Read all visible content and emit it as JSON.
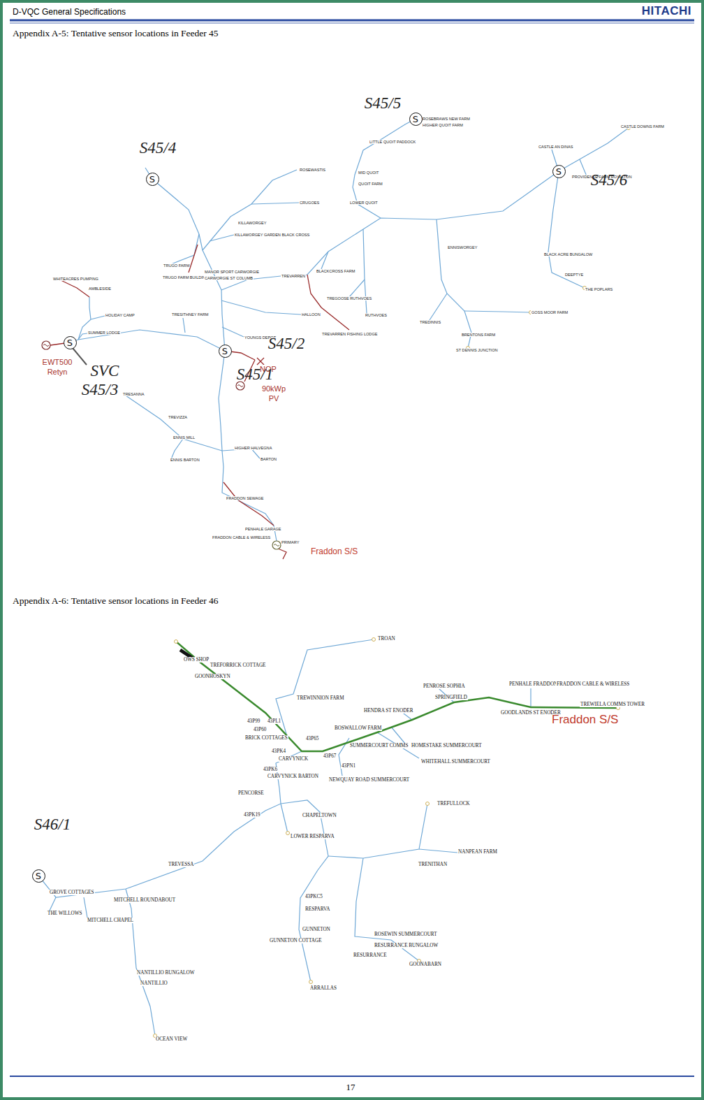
{
  "diagram": {
    "title": "D-VQC General Specifications",
    "nodes": [
      {
        "text": [
          "S"
        ]
      },
      {
        "text": [
          "S"
        ]
      },
      {
        "text": [
          "S"
        ]
      },
      {
        "text": [
          "S"
        ]
      },
      {
        "text": [
          "S"
        ]
      },
      {
        "text": [
          "S"
        ]
      }
    ],
    "labels": [
      "HITACHI",
      "Appendix A-5: Tentative sensor locations in Feeder 45",
      "S45/5",
      "ROSEBRAWS NEW FARM",
      "HIGHER QUOIT FARM",
      "CASTLE DOWNS FARM",
      "LITTLE QUOIT PADDOCK",
      "CASTLE AN DINAS",
      "S45/4",
      "ROSEWASTIS",
      "MID QUOIT",
      "PROVIDENCE FARM ROYALTON",
      "S45/6",
      "QUOIT FARM",
      "CRUGOES",
      "LOWER QUOIT",
      "KILLAWORGEY",
      "KILLAWORGEY GARDEN BLACK CROSS",
      "ENNISWORGEY",
      "BLACK ACRE BUNGALOW",
      "TRUGO FARM",
      "MANOR SPORT CARWORGIE",
      "BLACKCROSS FARM",
      "DEEPTYE",
      "TREVARREN",
      "TRUGO FARM BUILDINGS",
      "CARWORGIE ST COLUMB",
      "WHITEACRES PUMPING",
      "AMBLESIDE",
      "THE POPLARS",
      "TREGOOSE RUTHVOES",
      "GOSS MOOR FARM",
      "HALLOON",
      "TRESITHNEY FARM",
      "HOLIDAY CAMP",
      "RUTHVOES",
      "TREDINNIS",
      "SUMMER LODGE",
      "TREVARREN FISHING LODGE",
      "BRENTONS FARM",
      "YOUNGS DEPOT",
      "S45/2",
      "ST DENNIS JUNCTION",
      "EWT500",
      "NOP",
      "S45/1",
      "SVC",
      "Retyn",
      "90kWp",
      "S45/3",
      "TRESANNA",
      "PV",
      "TREVIZZA",
      "ENNIS MILL",
      "HIGHER HALVEGNA",
      "BARTON",
      "ENNIS BARTON",
      "FRADDON SEWAGE",
      "PENHALE GARAGE",
      "FRADDON CABLE & WIRELESS",
      "PRIMARY",
      "Fraddon S/S",
      "Appendix A-6: Tentative sensor locations in Feeder 46",
      "TROAN",
      "OWS SHOP",
      "TREFORRICK COTTAGE",
      "GOONHOSKYN",
      "PENHALE FRADDON",
      "FRADDON CABLE & WIRELESS",
      "PENROSE SOPHIA",
      "SPRINGFIELD",
      "TREWINNION FARM",
      "TREWIELA COMMS TOWER",
      "HENDRA ST ENODER",
      "GOODLANDS ST ENODER",
      "Fraddon S/S",
      "43P99",
      "43PL1",
      "43P60",
      "BOSWALLOW FARM",
      "BRICK COTTAGES",
      "43P65",
      "SUMMERCOURT COMMS",
      "HOMESTAKE SUMMERCOURT",
      "43PK4",
      "CARVYNICK",
      "43P67",
      "WHITEHALL SUMMERCOURT",
      "43PN1",
      "43PK6",
      "CARVYNICK BARTON",
      "NEWQUAY ROAD SUMMERCOURT",
      "PENCORSE",
      "TREFULLOCK",
      "43PK19",
      "CHAPELTOWN",
      "S46/1",
      "LOWER RESPARVA",
      "NANPEAN FARM",
      "TRENITHAN",
      "TREVESSA",
      "GROVE COTTAGES",
      "43PKC5",
      "MITCHELL ROUNDABOUT",
      "RESPARVA",
      "THE WILLOWS",
      "MITCHELL CHAPEL",
      "GUNNETON",
      "ROSEWIN SUMMERCOURT",
      "GUNNETON COTTAGE",
      "RESURRANCE BUNGALOW",
      "RESURRANCE",
      "GOONABARN",
      "NANTILLIO BUNGALOW",
      "NANTILLIO",
      "ARRALLAS",
      "OCEAN VIEW",
      "17"
    ]
  }
}
